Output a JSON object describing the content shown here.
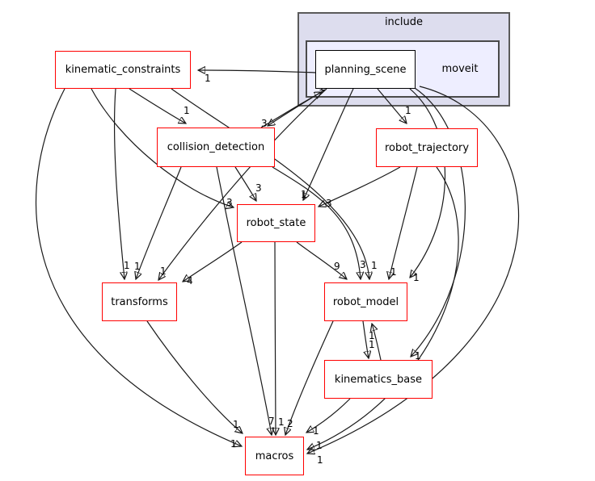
{
  "diagram": {
    "type": "directory-dependency-graph",
    "clusters": {
      "outer_label": "include",
      "inner_label": "moveit"
    },
    "colors": {
      "dependency_node_border": "#ff0000",
      "current_node_border": "#000000",
      "outer_cluster_fill": "#ddddee",
      "inner_cluster_fill": "#eeeeff",
      "edge_color": "#1a1a1a"
    },
    "nodes": [
      {
        "id": "planning_scene",
        "label": "planning_scene"
      },
      {
        "id": "kinematic_constraints",
        "label": "kinematic_constraints"
      },
      {
        "id": "collision_detection",
        "label": "collision_detection"
      },
      {
        "id": "robot_trajectory",
        "label": "robot_trajectory"
      },
      {
        "id": "robot_state",
        "label": "robot_state"
      },
      {
        "id": "transforms",
        "label": "transforms"
      },
      {
        "id": "robot_model",
        "label": "robot_model"
      },
      {
        "id": "kinematics_base",
        "label": "kinematics_base"
      },
      {
        "id": "macros",
        "label": "macros"
      }
    ],
    "edges": [
      {
        "from": "planning_scene",
        "to": "kinematic_constraints",
        "label": "1"
      },
      {
        "from": "planning_scene",
        "to": "collision_detection",
        "label": "3"
      },
      {
        "from": "collision_detection",
        "to": "planning_scene",
        "label": "1"
      },
      {
        "from": "planning_scene",
        "to": "robot_trajectory",
        "label": "1"
      },
      {
        "from": "planning_scene",
        "to": "robot_state",
        "label": "1"
      },
      {
        "from": "planning_scene",
        "to": "transforms",
        "label": "1"
      },
      {
        "from": "planning_scene",
        "to": "robot_model",
        "label": "1"
      },
      {
        "from": "planning_scene",
        "to": "kinematics_base",
        "label": "1"
      },
      {
        "from": "planning_scene",
        "to": "macros",
        "label": "1"
      },
      {
        "from": "robot_trajectory",
        "to": "macros",
        "label": "1"
      },
      {
        "from": "kinematic_constraints",
        "to": "collision_detection",
        "label": "1"
      },
      {
        "from": "kinematic_constraints",
        "to": "robot_state",
        "label": "3"
      },
      {
        "from": "kinematic_constraints",
        "to": "transforms",
        "label": "1"
      },
      {
        "from": "kinematic_constraints",
        "to": "robot_model",
        "label": "1"
      },
      {
        "from": "kinematic_constraints",
        "to": "macros",
        "label": "1"
      },
      {
        "from": "collision_detection",
        "to": "robot_state",
        "label": "3"
      },
      {
        "from": "collision_detection",
        "to": "transforms",
        "label": "1"
      },
      {
        "from": "collision_detection",
        "to": "robot_model",
        "label": "3"
      },
      {
        "from": "collision_detection",
        "to": "macros",
        "label": "7"
      },
      {
        "from": "robot_trajectory",
        "to": "robot_state",
        "label": "3"
      },
      {
        "from": "robot_trajectory",
        "to": "robot_model",
        "label": "1"
      },
      {
        "from": "robot_state",
        "to": "robot_model",
        "label": "9"
      },
      {
        "from": "robot_state",
        "to": "transforms",
        "label": "4"
      },
      {
        "from": "robot_state",
        "to": "macros",
        "label": "1"
      },
      {
        "from": "robot_model",
        "to": "kinematics_base",
        "label": "1"
      },
      {
        "from": "kinematics_base",
        "to": "robot_model",
        "label": "1"
      },
      {
        "from": "robot_model",
        "to": "macros",
        "label": "2"
      },
      {
        "from": "transforms",
        "to": "macros",
        "label": "1"
      },
      {
        "from": "kinematics_base",
        "to": "macros",
        "label": "1"
      }
    ]
  }
}
